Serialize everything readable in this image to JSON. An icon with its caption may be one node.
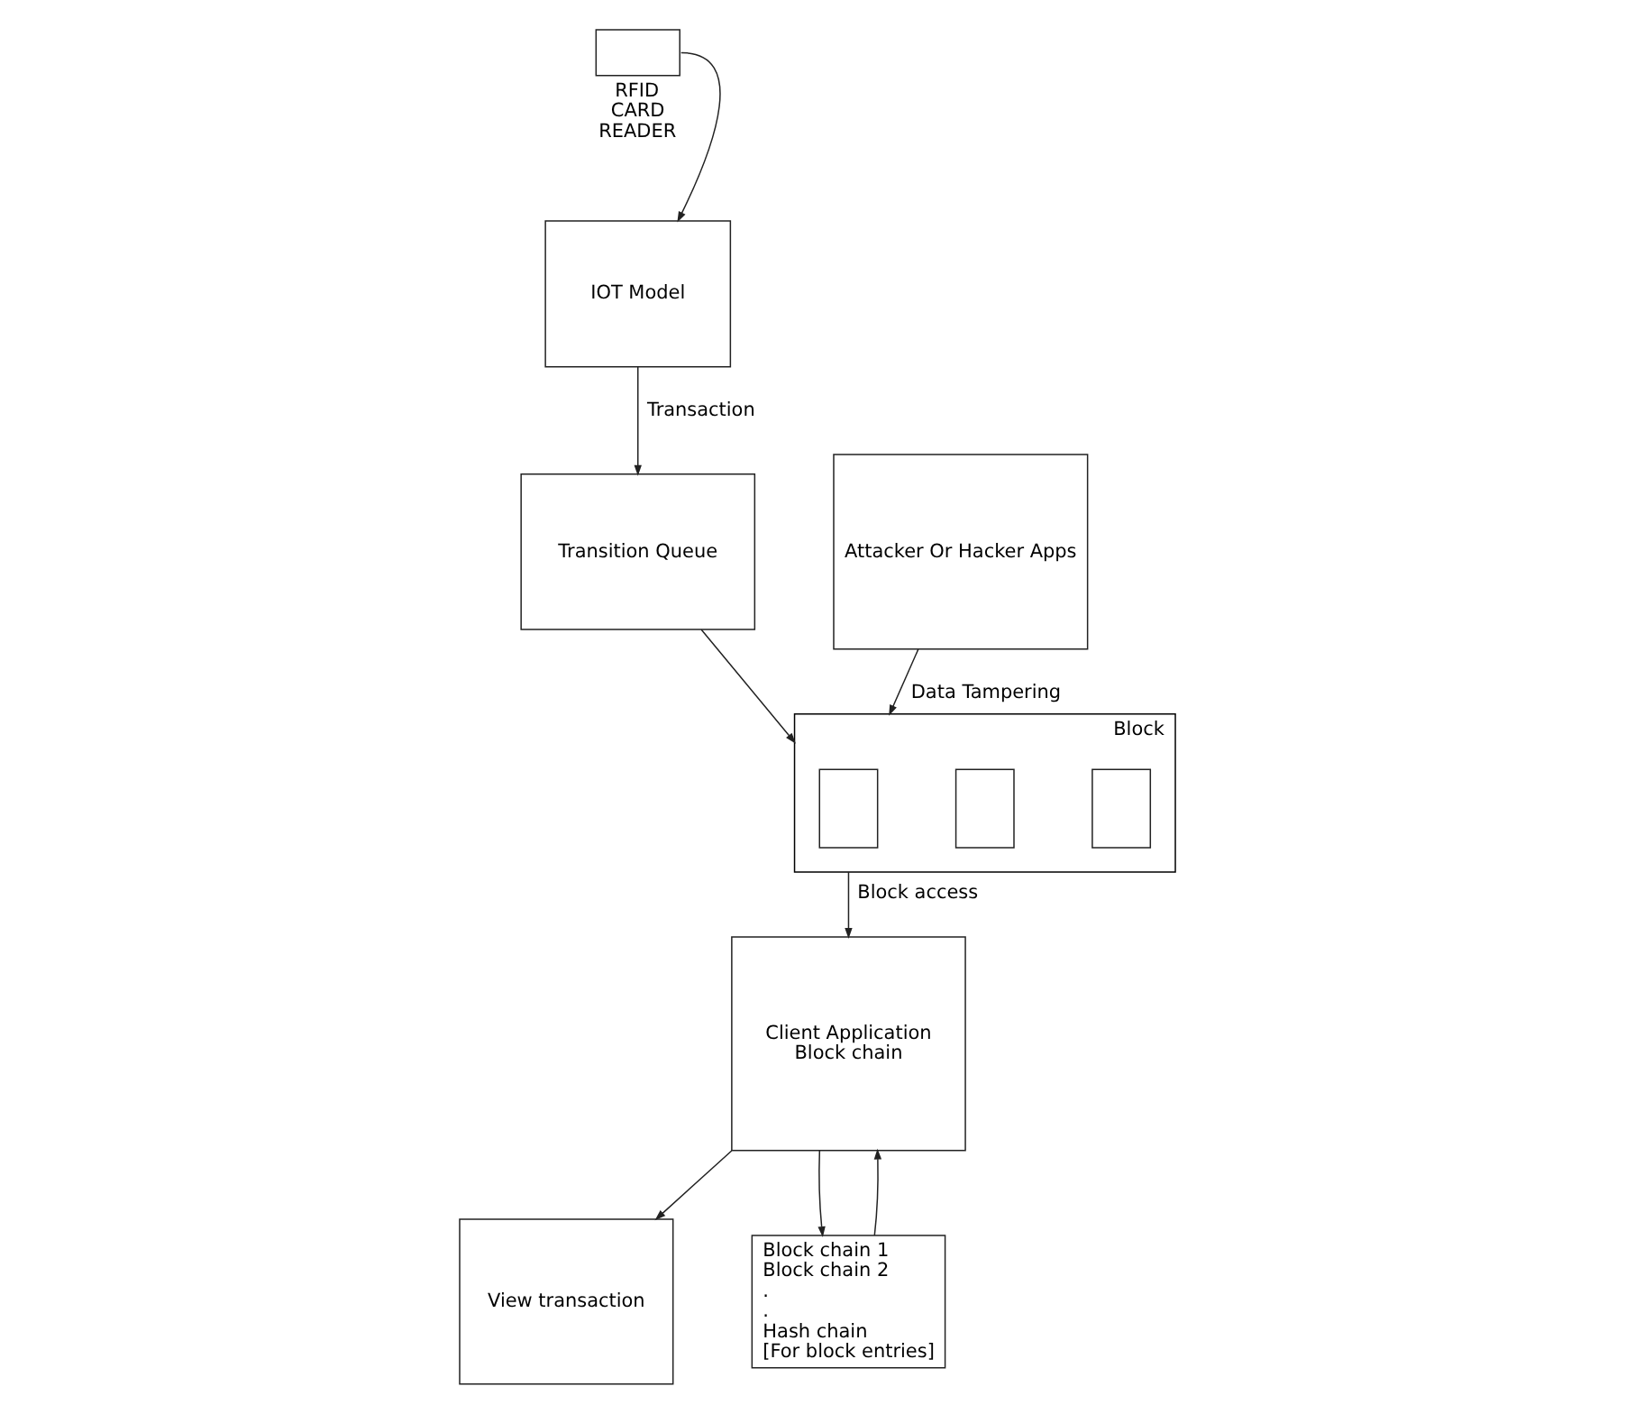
{
  "diagram": {
    "nodes": [
      {
        "text": [
          "View transaction"
        ]
      },
      {
        "text": [
          "Transition Queue"
        ]
      },
      {
        "text": [
          "IOT Model"
        ]
      },
      {
        "text": [
          "Client Application",
          "Block chain"
        ]
      },
      {
        "text": [],
        "shape": "box",
        "beside": [
          "RFID CARD READER"
        ]
      },
      {
        "text": [
          "Block"
        ]
      },
      {
        "text": [],
        "shape": "box",
        "in": 5
      },
      {
        "text": [],
        "shape": "box",
        "in": 5
      },
      {
        "text": [],
        "shape": "box",
        "in": 5
      },
      {
        "text": [
          "Block chain 1",
          "Block chain 2",
          ".",
          ".",
          "Hash chain",
          "[For block entries]"
        ]
      },
      {
        "text": [
          "Attacker Or Hacker Apps"
        ]
      }
    ],
    "edges": [
      {
        "from": 3,
        "to": 0,
        "arrow": "to"
      },
      {
        "from": 2,
        "to": 1,
        "arrow": "to",
        "label": "Transaction"
      },
      {
        "from": 4,
        "to": 2,
        "arrow": "to"
      },
      {
        "from": 1,
        "to": 5,
        "arrow": "to"
      },
      {
        "from": 5,
        "to": 3,
        "arrow": "to",
        "label": "Block access"
      },
      {
        "from": 10,
        "to": 5,
        "arrow": "to",
        "label": "Data Tampering"
      },
      {
        "from": 9,
        "to": 3,
        "arrow": "to"
      },
      {
        "from": 3,
        "to": 9,
        "arrow": "to"
      }
    ]
  }
}
